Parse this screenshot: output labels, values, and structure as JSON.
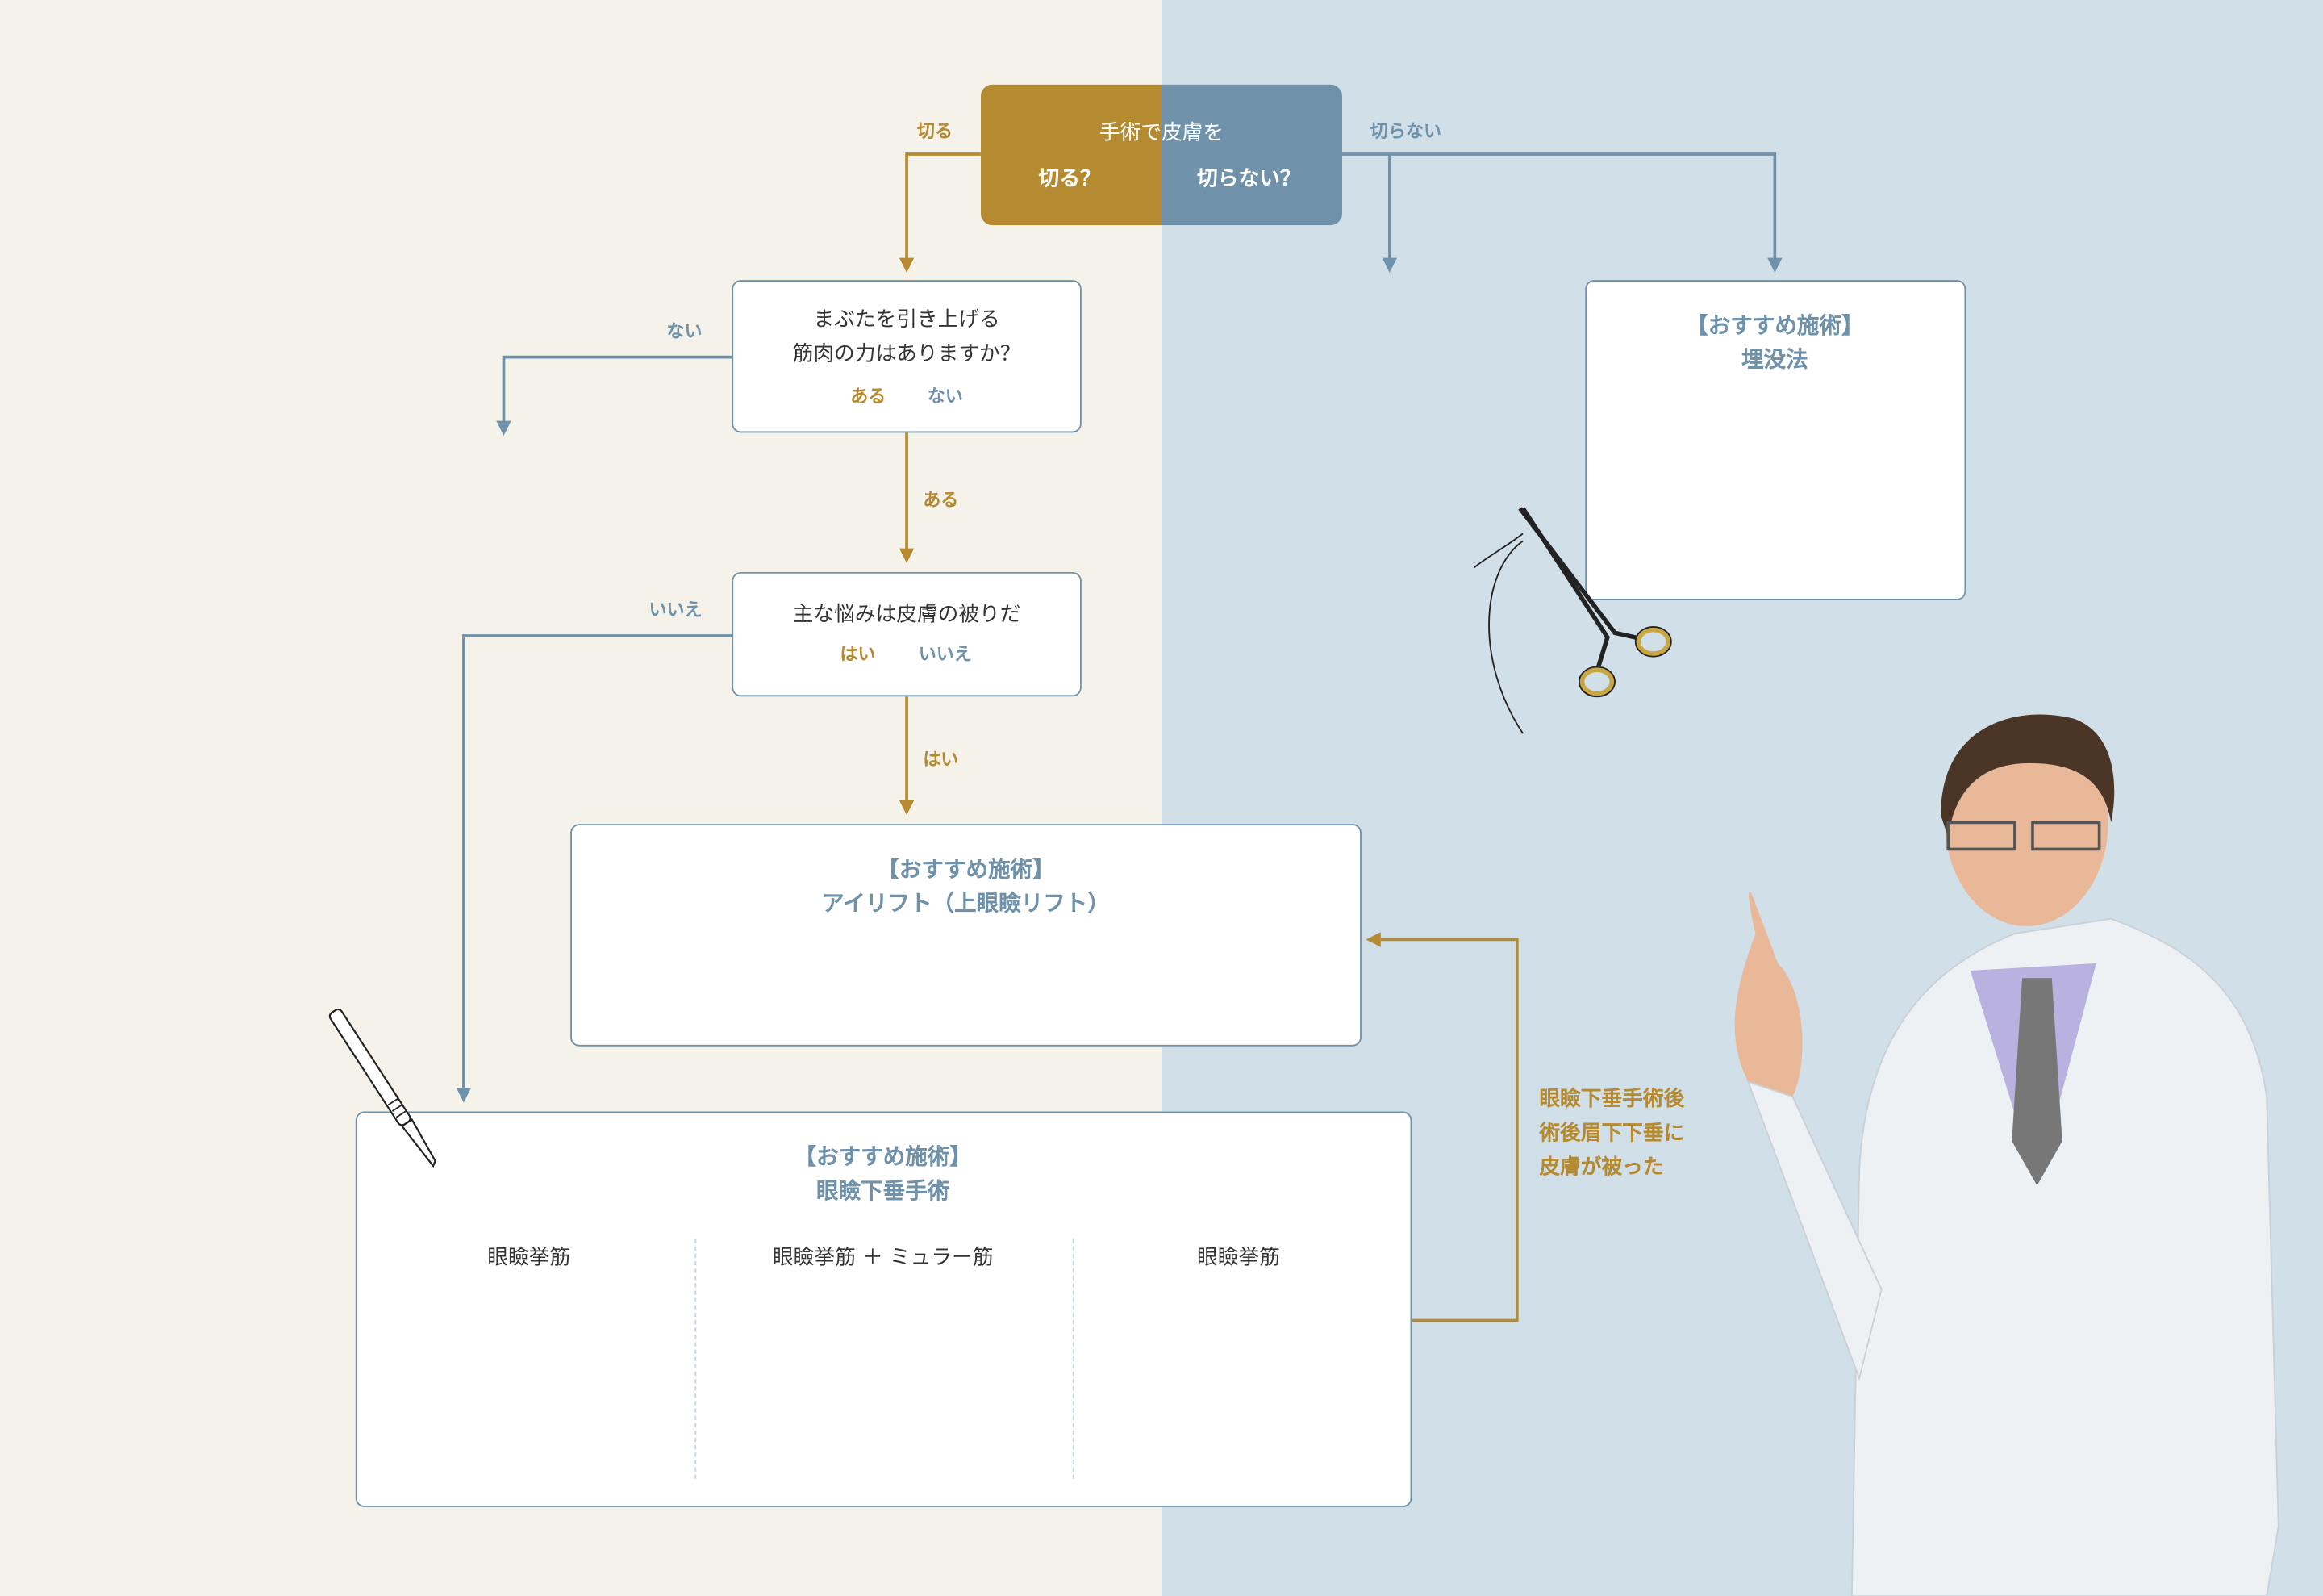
{
  "colors": {
    "gold": "#b58a31",
    "blue": "#6f92aa",
    "left_bg": "#f5f2ea",
    "right_bg": "#d1dfe8"
  },
  "top": {
    "title": "手術で皮膚を",
    "cut": "切る？",
    "no_cut": "切らない？",
    "cut_label": "切る",
    "no_cut_label": "切らない"
  },
  "q1": {
    "line1": "まぶたを引き上げる",
    "line2": "筋肉の力はありますか？",
    "yes": "ある",
    "no": "ない",
    "yes_label": "ある",
    "no_label": "ない"
  },
  "q2": {
    "line1": "主な悩みは皮膚の被りだ",
    "yes": "はい",
    "no": "いいえ",
    "yes_label": "はい",
    "no_label": "いいえ"
  },
  "rec_eyelift": {
    "heading": "【おすすめ施術】",
    "name": "アイリフト（上眼瞼リフト）"
  },
  "rec_ptosis": {
    "heading": "【おすすめ施術】",
    "name": "眼瞼下垂手術",
    "columns": [
      "眼瞼挙筋",
      "眼瞼挙筋 ＋ ミュラー筋",
      "眼瞼挙筋"
    ]
  },
  "rec_suture": {
    "heading": "【おすすめ施術】",
    "name": "埋没法"
  },
  "loop_note": [
    "眼瞼下垂手術後",
    "術後眉下下垂に",
    "皮膚が被った"
  ]
}
